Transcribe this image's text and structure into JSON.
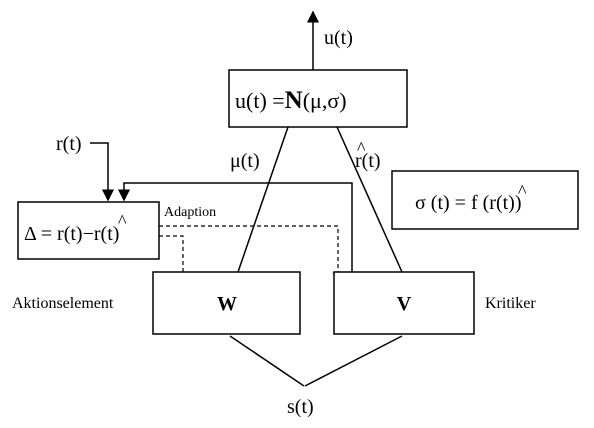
{
  "output": {
    "label": "u(t)"
  },
  "policy_box": {
    "lhs": "u(t) =",
    "N": "N",
    "args": "(μ,σ)"
  },
  "reward": {
    "label": "r(t)"
  },
  "delta_box": {
    "lhs": "Δ = r(t)−",
    "r": "r",
    "hat": "^",
    "close": "(t)"
  },
  "sigma_box": {
    "lhs": "σ (t) = f (",
    "r": "r",
    "hat": "^",
    "close": "(t))"
  },
  "mu_label": "μ(t)",
  "critic_out": {
    "r": "r",
    "hat": "^",
    "close": "(t)"
  },
  "adaption_label": "Adaption",
  "actor": {
    "box": "W",
    "label": "Aktionselement"
  },
  "critic": {
    "box": "V",
    "label": "Kritiker"
  },
  "state": {
    "label": "s(t)"
  }
}
